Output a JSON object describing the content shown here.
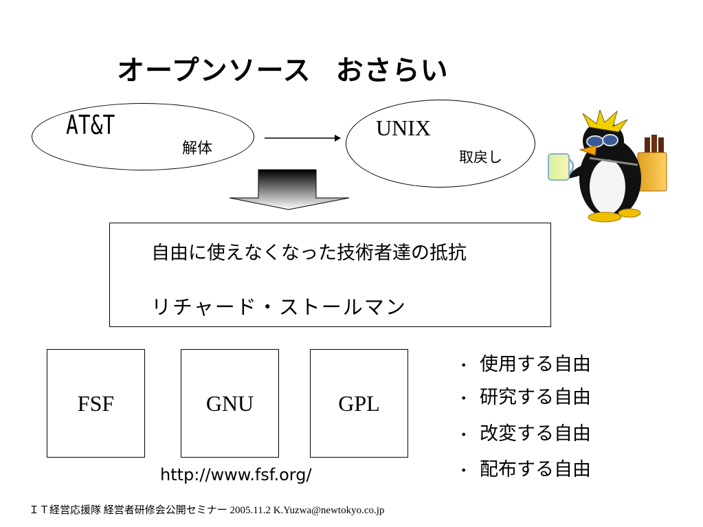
{
  "slide": {
    "title_part1": "オープンソース",
    "title_part2": "おさらい",
    "att_label": "AT&T",
    "att_sub": "解体",
    "unix_label": "UNIX",
    "unix_sub": "取戻し",
    "resistance_text": "自由に使えなくなった技術者達の抵抗",
    "stallman_text": "リチャード・ストールマン",
    "boxes": [
      "FSF",
      "GNU",
      "GPL"
    ],
    "url": "http://www.fsf.org/",
    "bullet_symbol": "•",
    "freedoms": [
      "使用する自由",
      "研究する自由",
      "改変する自由",
      "配布する自由"
    ],
    "footer": "ＩＴ経営応援隊 経営者研修会公開セミナー 2005.11.2  K.Yuzwa@newtokyo.co.jp"
  }
}
